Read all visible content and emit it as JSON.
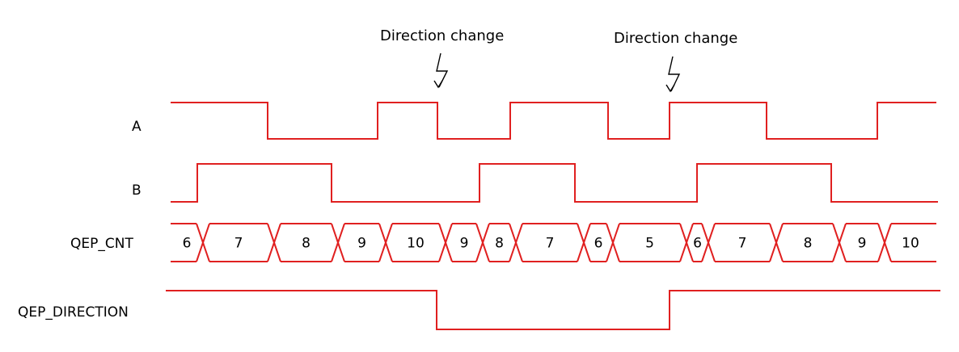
{
  "signals": {
    "a": "A",
    "b": "B",
    "qep_cnt": "QEP_CNT",
    "qep_direction": "QEP_DIRECTION"
  },
  "annotations": [
    {
      "text": "Direction change"
    },
    {
      "text": "Direction change"
    }
  ],
  "counter_values": [
    "6",
    "7",
    "8",
    "9",
    "10",
    "9",
    "8",
    "7",
    "6",
    "5",
    "6",
    "7",
    "8",
    "9",
    "10"
  ],
  "colors": {
    "waveform": "#e02020",
    "text": "#000000"
  },
  "icons": {
    "direction_change_marker": "lightning-bolt-icon"
  }
}
